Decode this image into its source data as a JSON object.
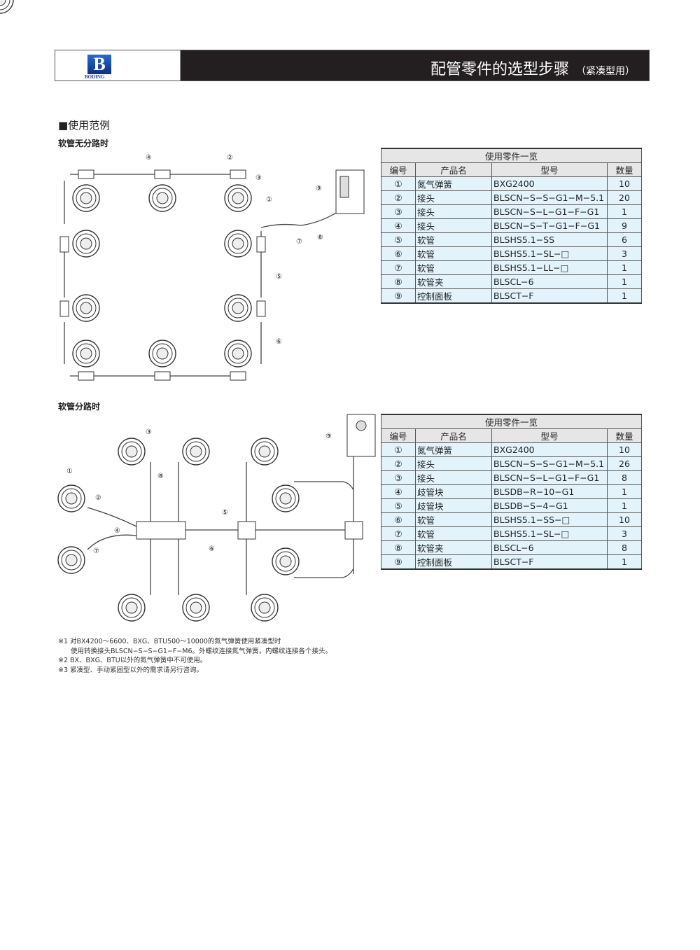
{
  "header": {
    "brand": "BODING",
    "logo_letter": "B",
    "title": "配管零件的选型步骤",
    "subtitle": "（紧凑型用）"
  },
  "section_title": "■使用范例",
  "example1": {
    "title": "软管无分路时",
    "labels": [
      "①",
      "②",
      "③",
      "④",
      "⑤",
      "⑥",
      "⑦",
      "⑧",
      "⑨"
    ]
  },
  "example2": {
    "title": "软管分路时",
    "labels": [
      "①",
      "②",
      "③",
      "④",
      "⑤",
      "⑥",
      "⑦",
      "⑧",
      "⑨"
    ]
  },
  "table1": {
    "caption": "使用零件一览",
    "headers": [
      "编号",
      "产品名",
      "型号",
      "数量"
    ],
    "rows": [
      [
        "①",
        "氮气弹簧",
        "BXG2400",
        "10"
      ],
      [
        "②",
        "接头",
        "BLSCN−S−S−G1−M−5.1",
        "20"
      ],
      [
        "③",
        "接头",
        "BLSCN−S−L−G1−F−G1",
        "1"
      ],
      [
        "④",
        "接头",
        "BLSCN−S−T−G1−F−G1",
        "9"
      ],
      [
        "⑤",
        "软管",
        "BLSHS5.1−SS",
        "6"
      ],
      [
        "⑥",
        "软管",
        "BLSHS5.1−SL−□",
        "3"
      ],
      [
        "⑦",
        "软管",
        "BLSHS5.1−LL−□",
        "1"
      ],
      [
        "⑧",
        "软管夹",
        "BLSCL−6",
        "1"
      ],
      [
        "⑨",
        "控制面板",
        "BLSCT−F",
        "1"
      ]
    ]
  },
  "table2": {
    "caption": "使用零件一览",
    "headers": [
      "编号",
      "产品名",
      "型号",
      "数量"
    ],
    "rows": [
      [
        "①",
        "氮气弹簧",
        "BXG2400",
        "10"
      ],
      [
        "②",
        "接头",
        "BLSCN−S−S−G1−M−5.1",
        "26"
      ],
      [
        "③",
        "接头",
        "BLSCN−S−L−G1−F−G1",
        "8"
      ],
      [
        "④",
        "歧管块",
        "BLSDB−R−10−G1",
        "1"
      ],
      [
        "⑤",
        "歧管块",
        "BLSDB−S−4−G1",
        "1"
      ],
      [
        "⑥",
        "软管",
        "BLSHS5.1−SS−□",
        "10"
      ],
      [
        "⑦",
        "软管",
        "BLSHS5.1−SL−□",
        "3"
      ],
      [
        "⑧",
        "软管夹",
        "BLSCL−6",
        "8"
      ],
      [
        "⑨",
        "控制面板",
        "BLSCT−F",
        "1"
      ]
    ]
  },
  "notes": [
    "※1 对BX4200～6600、BXG、BTU500～10000的氮气弹簧使用紧凑型时",
    "使用转换接头BLSCN−S−S−G1−F−M6。外螺纹连接氮气弹簧，内螺纹连接各个接头。",
    "※2 BX、BXG、BTU以外的氮气弹簧中不可使用。",
    "※3 紧凑型、手动紧固型以外的需求请另行咨询。"
  ]
}
